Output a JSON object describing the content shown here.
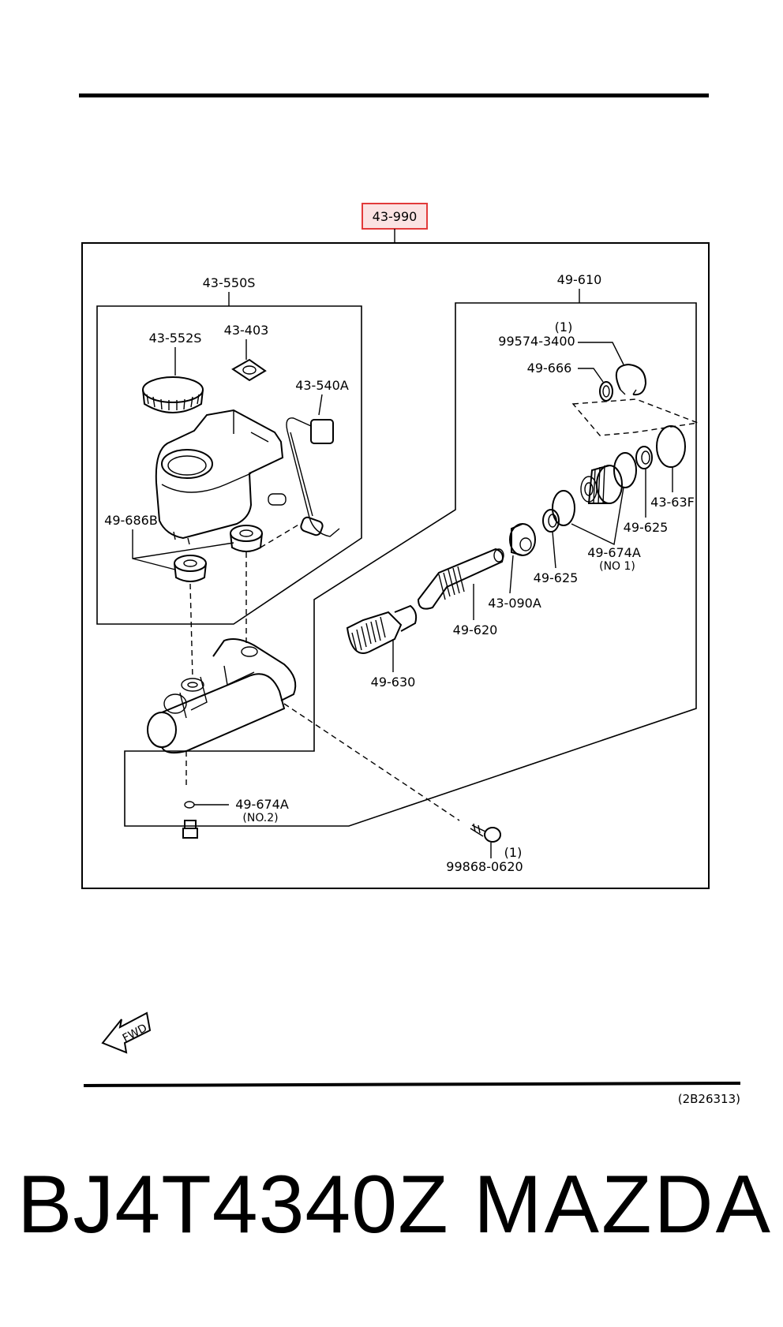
{
  "header_highlight_part": "43-990",
  "groups": {
    "reservoir": {
      "label": "43-550S"
    },
    "piston_kit": {
      "label": "49-610"
    }
  },
  "callouts": {
    "cap": "43-552S",
    "seal": "43-403",
    "connector": "43-540A",
    "bushings": "49-686B",
    "snap_ring_qty": "(1)",
    "snap_ring": "99574-3400",
    "washer": "49-666",
    "o_ring_large": "43-63F",
    "cup_upper": "49-625",
    "cup_lower": "49-625",
    "o_ring_no1": "49-674A",
    "o_ring_no1_note": "(NO 1)",
    "boot": "43-090A",
    "primary_piston": "49-620",
    "secondary_piston": "49-630",
    "o_ring_no2": "49-674A",
    "o_ring_no2_note": "(NO.2)",
    "bolt_qty": "(1)",
    "bolt": "99868-0620"
  },
  "direction_arrow_text": "FWD",
  "diagram_reference": "(2B26313)",
  "footer": {
    "part_number": "BJ4T4340Z",
    "brand": "MAZDA"
  }
}
